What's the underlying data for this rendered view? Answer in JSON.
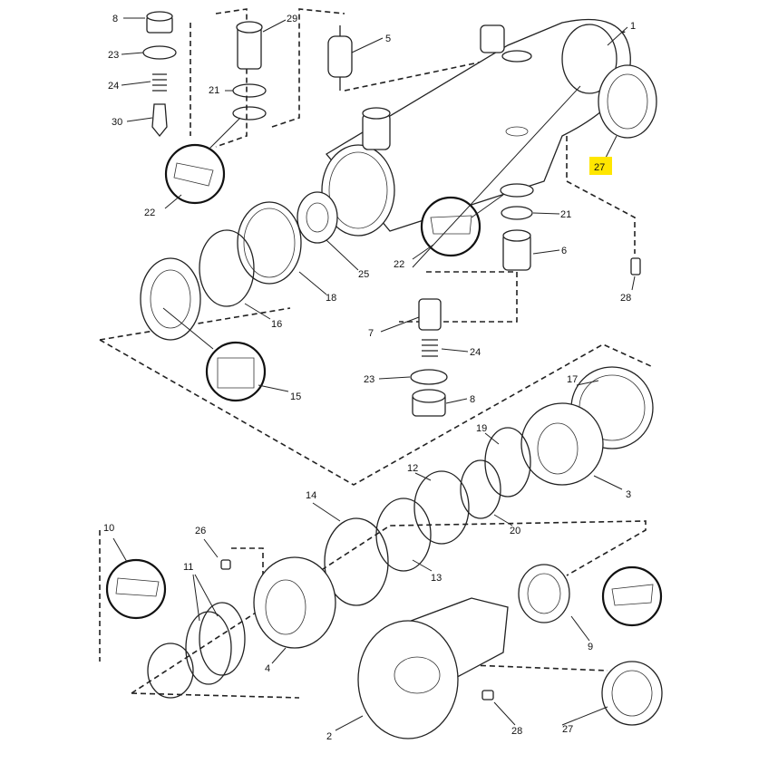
{
  "labels": {
    "l8a": "8",
    "l29": "29",
    "l23a": "23",
    "l5": "5",
    "l1": "1",
    "l24a": "24",
    "l21a": "21",
    "l30": "30",
    "l27a": "27",
    "l22a": "22",
    "l21b": "21",
    "l22b": "22",
    "l25": "25",
    "l6": "6",
    "l28a": "28",
    "l18": "18",
    "l16": "16",
    "l7": "7",
    "l24b": "24",
    "l15": "15",
    "l23b": "23",
    "l8b": "8",
    "l17": "17",
    "l19": "19",
    "l12": "12",
    "l3": "3",
    "l14": "14",
    "l20": "20",
    "l10": "10",
    "l26": "26",
    "l13": "13",
    "l11": "11",
    "l9": "9",
    "l4": "4",
    "l27b": "27",
    "l2": "2",
    "l28b": "28"
  },
  "highlight_color": "#ffe600"
}
